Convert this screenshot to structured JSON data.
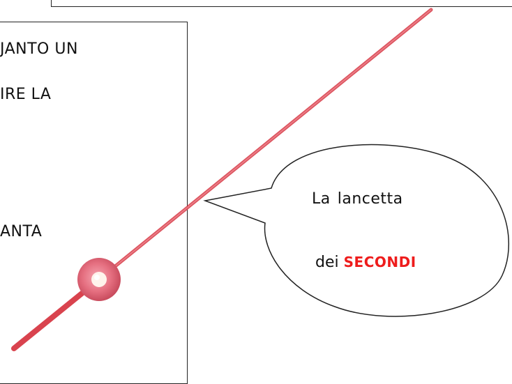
{
  "left_box": {
    "line1": "JANTO UN",
    "line2": "IRE LA",
    "line3": "ANTA"
  },
  "bubble": {
    "line1_word1": "La",
    "line1_word2": "lancetta",
    "line2_word1": "dei",
    "line2_highlight": "SECONDI"
  },
  "colors": {
    "hand": "#d9434e",
    "hub": "#e56f80",
    "highlight": "#ee1c1c"
  }
}
